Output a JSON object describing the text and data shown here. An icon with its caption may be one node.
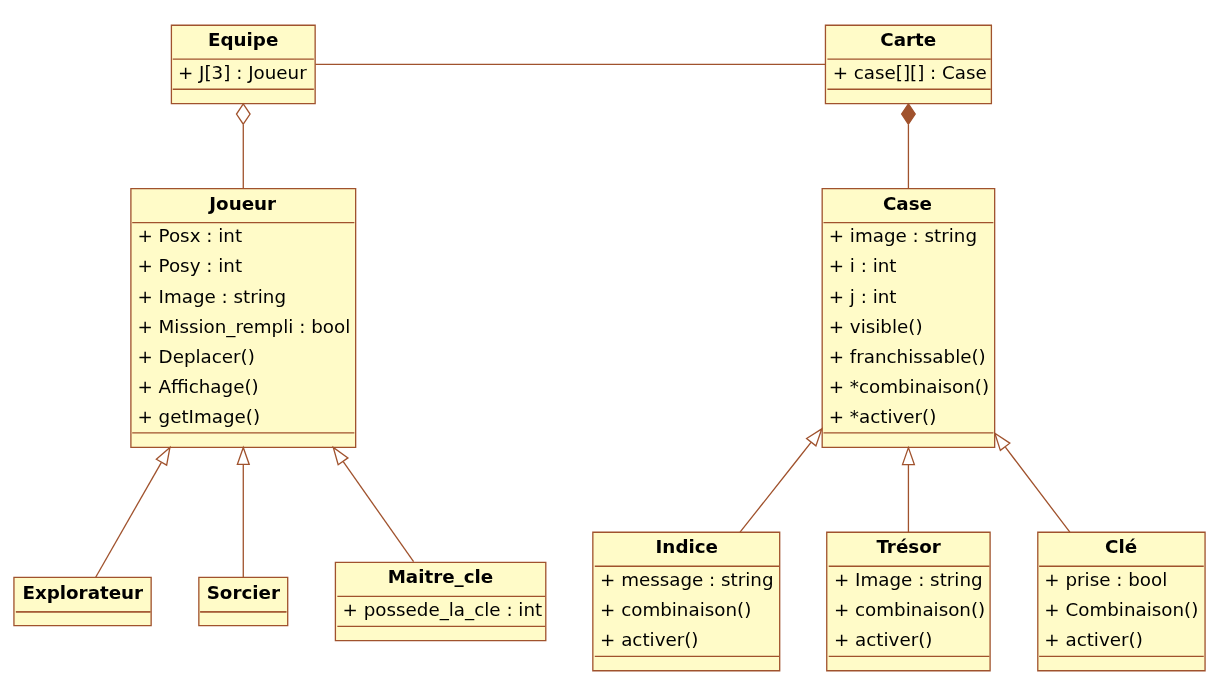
{
  "diagram": {
    "nodes": [
      {
        "text": [
          "Equipe",
          "+ J[3] : Joueur"
        ]
      },
      {
        "text": [
          "Carte",
          "+ case[][] : Case"
        ]
      },
      {
        "text": [
          "Joueur",
          "+ Posx : int",
          "+ Posy : int",
          "+ Image : string",
          "+ Mission_rempli : bool",
          "+ Deplacer()",
          "+ Affichage()",
          "+ getImage()"
        ]
      },
      {
        "text": [
          "Case",
          "+ image : string",
          "+ i : int",
          "+ j : int",
          "+ visible()",
          "+ franchissable()",
          "+ *combinaison()",
          "+ *activer()"
        ]
      },
      {
        "text": [
          "Explorateur"
        ]
      },
      {
        "text": [
          "Sorcier"
        ]
      },
      {
        "text": [
          "Maitre_cle",
          "+ possede_la_cle : int"
        ]
      },
      {
        "text": [
          "Indice",
          "+ message : string",
          "+ combinaison()",
          "+ activer()"
        ]
      },
      {
        "text": [
          "Trésor",
          "+ Image : string",
          "+ combinaison()",
          "+ activer()"
        ]
      },
      {
        "text": [
          "Clé",
          "+ prise : bool",
          "+ Combinaison()",
          "+ activer()"
        ]
      }
    ],
    "edges": [
      {
        "from": 0,
        "to": 1,
        "arrow": "none"
      },
      {
        "from": 2,
        "to": 0,
        "arrow": "other"
      },
      {
        "from": 3,
        "to": 1,
        "arrow": "other"
      },
      {
        "from": 4,
        "to": 2,
        "arrow": "to"
      },
      {
        "from": 5,
        "to": 2,
        "arrow": "to"
      },
      {
        "from": 6,
        "to": 2,
        "arrow": "to"
      },
      {
        "from": 7,
        "to": 3,
        "arrow": "to"
      },
      {
        "from": 8,
        "to": 3,
        "arrow": "to"
      },
      {
        "from": 9,
        "to": 3,
        "arrow": "to"
      }
    ]
  }
}
